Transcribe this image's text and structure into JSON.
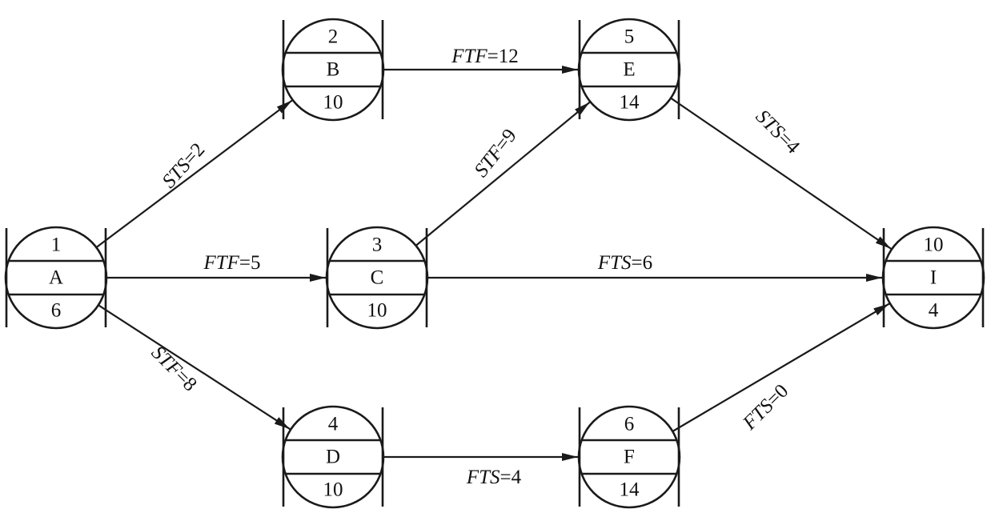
{
  "nodes": [
    {
      "id": "A",
      "number": "1",
      "name": "A",
      "duration": "6"
    },
    {
      "id": "B",
      "number": "2",
      "name": "B",
      "duration": "10"
    },
    {
      "id": "C",
      "number": "3",
      "name": "C",
      "duration": "10"
    },
    {
      "id": "D",
      "number": "4",
      "name": "D",
      "duration": "10"
    },
    {
      "id": "E",
      "number": "5",
      "name": "E",
      "duration": "14"
    },
    {
      "id": "F",
      "number": "6",
      "name": "F",
      "duration": "14"
    },
    {
      "id": "I",
      "number": "10",
      "name": "I",
      "duration": "4"
    }
  ],
  "edges": [
    {
      "from": "A",
      "to": "B",
      "type": "STS",
      "lag": "2"
    },
    {
      "from": "A",
      "to": "C",
      "type": "FTF",
      "lag": "5"
    },
    {
      "from": "A",
      "to": "D",
      "type": "STF",
      "lag": "8"
    },
    {
      "from": "B",
      "to": "E",
      "type": "FTF",
      "lag": "12"
    },
    {
      "from": "C",
      "to": "E",
      "type": "STF",
      "lag": "9"
    },
    {
      "from": "C",
      "to": "I",
      "type": "FTS",
      "lag": "6"
    },
    {
      "from": "D",
      "to": "F",
      "type": "FTS",
      "lag": "4"
    },
    {
      "from": "E",
      "to": "I",
      "type": "STS",
      "lag": "4"
    },
    {
      "from": "F",
      "to": "I",
      "type": "FTS",
      "lag": "0"
    }
  ]
}
